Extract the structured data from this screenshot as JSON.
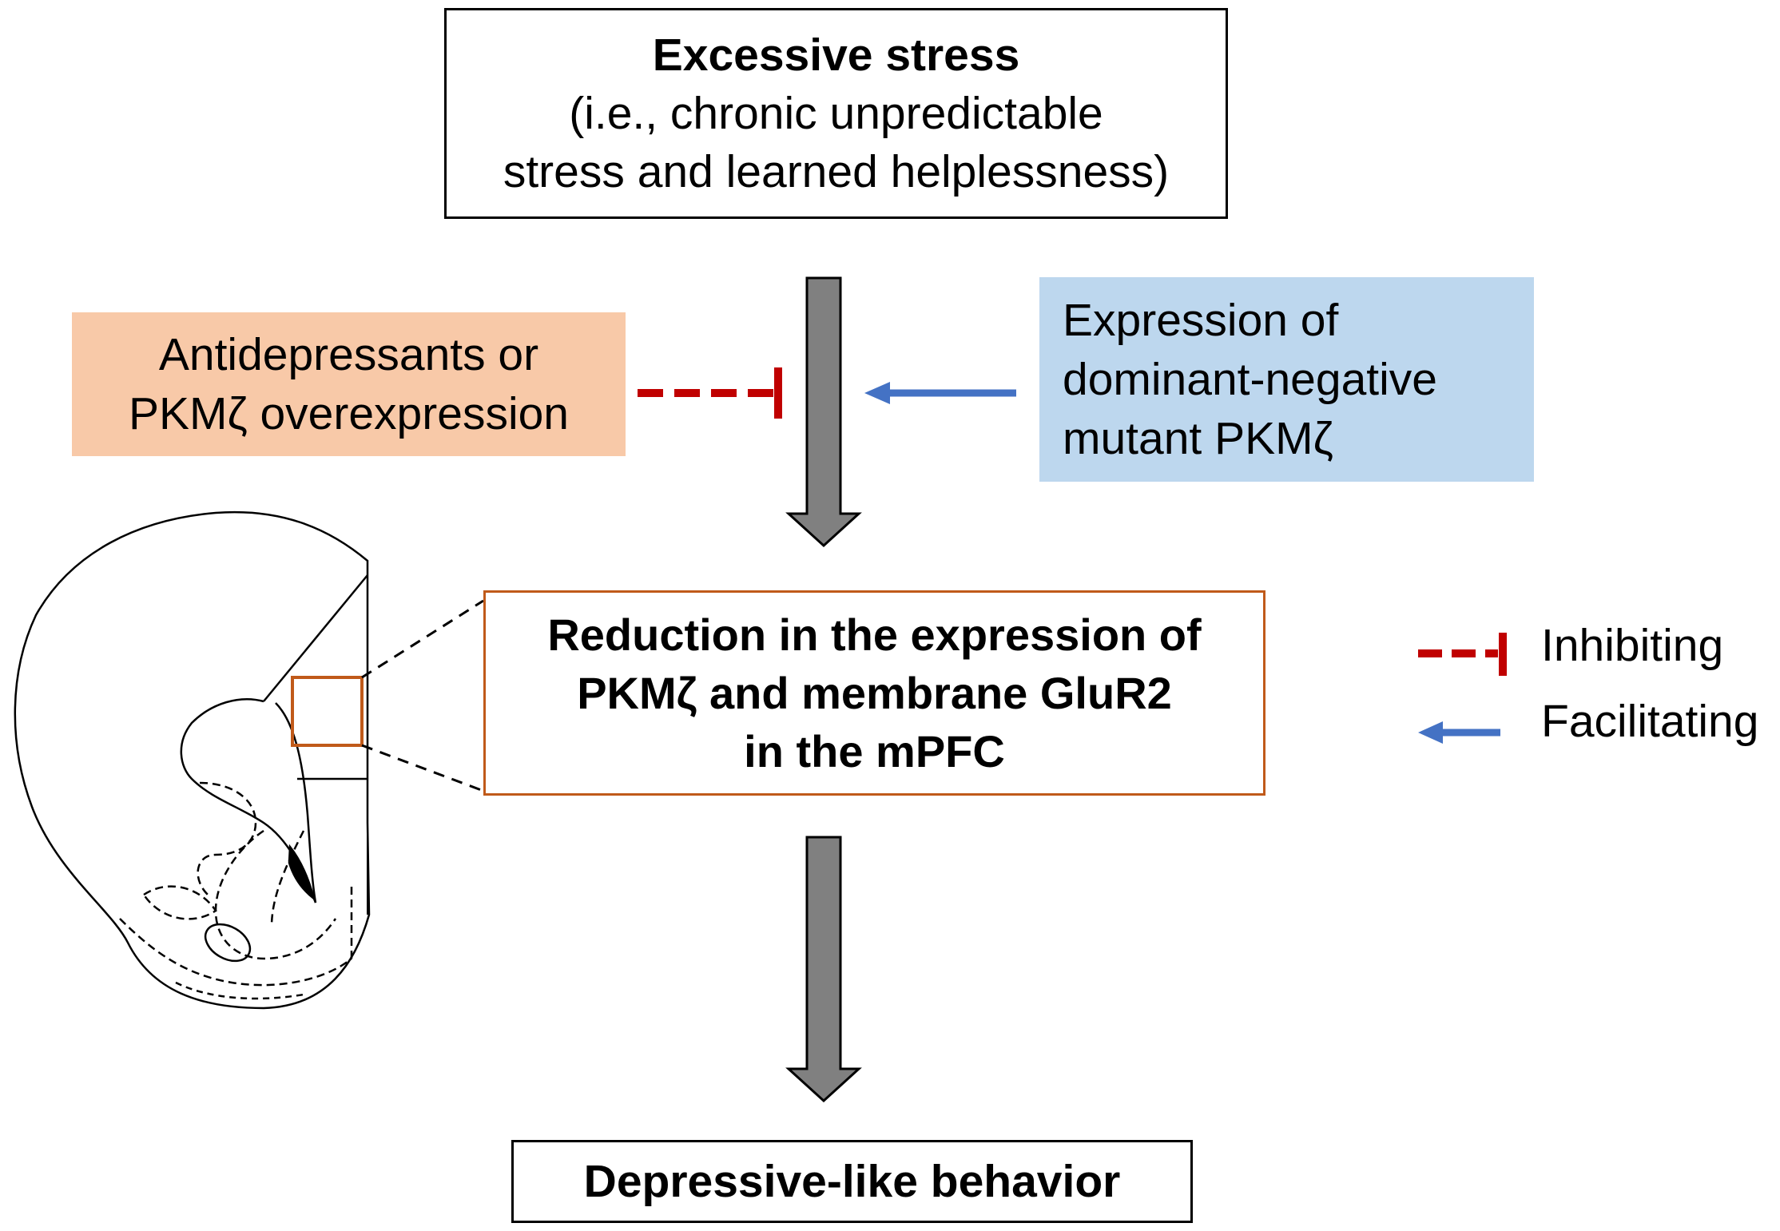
{
  "stress_box": {
    "title": "Excessive stress",
    "line2": "(i.e., chronic unpredictable",
    "line3": "stress and learned helplessness)"
  },
  "antidepressants_box": {
    "line1": "Antidepressants or",
    "line2": "PKMζ overexpression",
    "fill_color": "#f8c9a8"
  },
  "dominant_negative_box": {
    "line1": "Expression of",
    "line2": "dominant-negative",
    "line3": "mutant PKMζ",
    "fill_color": "#bdd7ee"
  },
  "reduction_box": {
    "line1": "Reduction in the expression of",
    "line2": "PKMζ and membrane GluR2",
    "line3": "in the mPFC",
    "border_color": "#c05a1a"
  },
  "outcome_box": {
    "label": "Depressive-like behavior"
  },
  "legend": {
    "inhibiting": "Inhibiting",
    "facilitating": "Facilitating",
    "inhibit_color": "#c00000",
    "facilitate_color": "#4472c4"
  },
  "arrow_color": "#808080"
}
